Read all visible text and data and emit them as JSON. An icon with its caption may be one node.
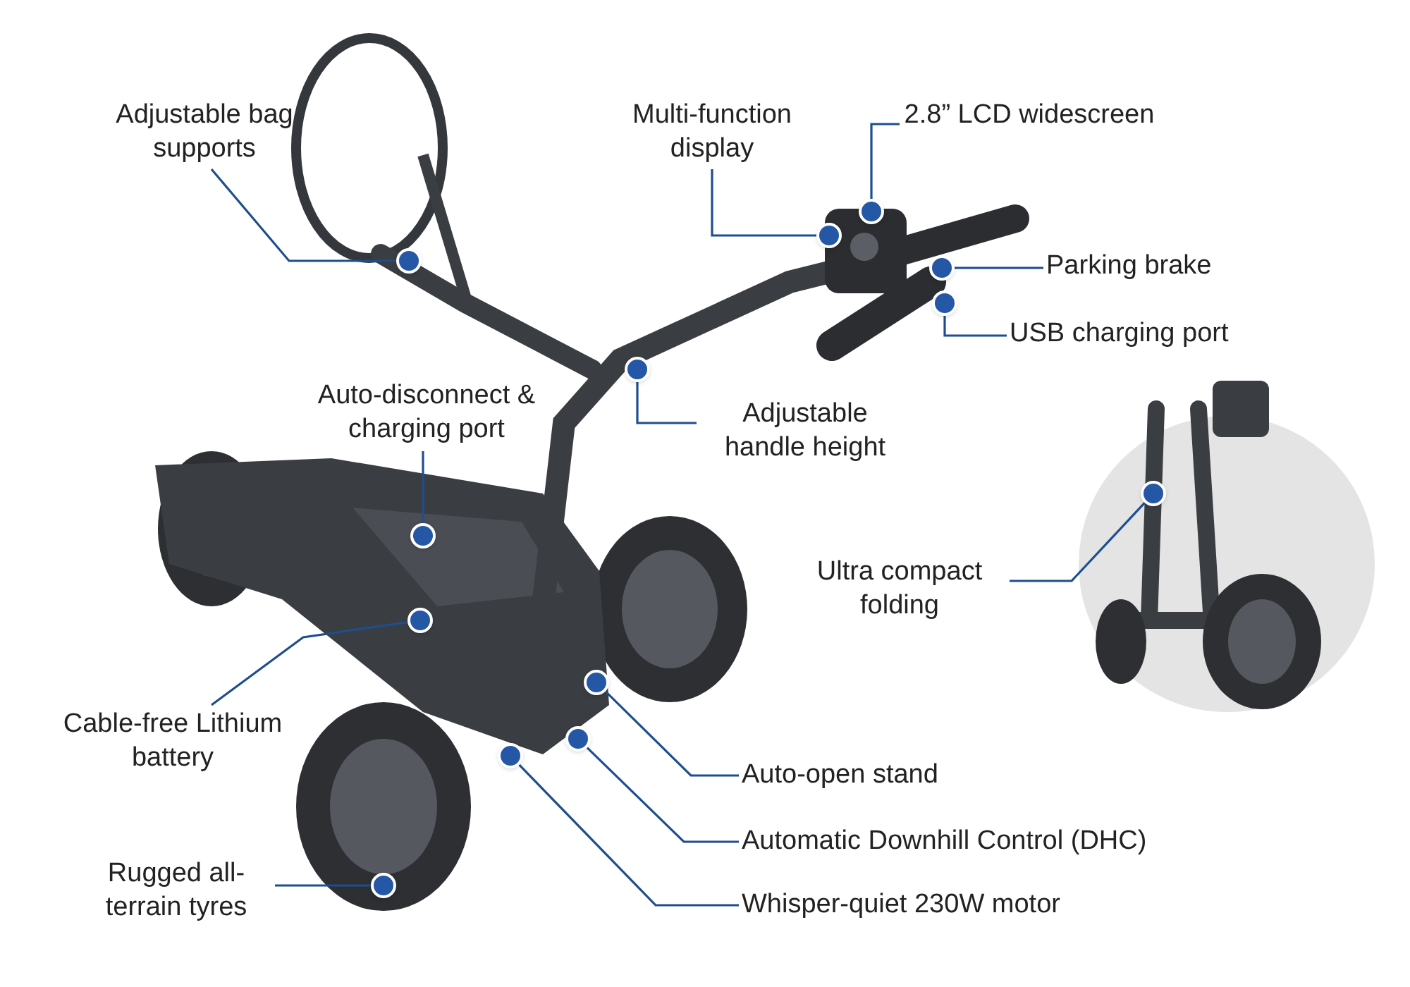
{
  "diagram": {
    "nodes": [
      {
        "text": [
          "Adjustable bag supports"
        ]
      },
      {
        "text": [],
        "shape": "circle"
      },
      {
        "text": [
          "Multi-function display"
        ]
      },
      {
        "text": [],
        "shape": "circle"
      },
      {
        "text": [
          "2.8” LCD widescreen"
        ]
      },
      {
        "text": [],
        "shape": "circle"
      },
      {
        "text": [
          "Parking brake"
        ]
      },
      {
        "text": [],
        "shape": "circle"
      },
      {
        "text": [
          "USB charging port"
        ]
      },
      {
        "text": [],
        "shape": "circle"
      },
      {
        "text": [
          "Auto-disconnect & charging port"
        ]
      },
      {
        "text": [],
        "shape": "circle"
      },
      {
        "text": [
          "Adjustable handle height"
        ]
      },
      {
        "text": [],
        "shape": "circle"
      },
      {
        "text": [
          "Ultra compact folding"
        ]
      },
      {
        "text": [],
        "shape": "circle"
      },
      {
        "text": [
          "Cable-free Lithium battery"
        ]
      },
      {
        "text": [],
        "shape": "circle"
      },
      {
        "text": [
          "Auto-open stand"
        ]
      },
      {
        "text": [],
        "shape": "circle"
      },
      {
        "text": [
          "Automatic Downhill Control (DHC)"
        ]
      },
      {
        "text": [],
        "shape": "circle"
      },
      {
        "text": [
          "Whisper-quiet 230W motor"
        ]
      },
      {
        "text": [],
        "shape": "circle"
      },
      {
        "text": [
          "Rugged all-terrain tyres"
        ]
      },
      {
        "text": [],
        "shape": "circle"
      }
    ],
    "edges": [
      {
        "from": 0,
        "to": 1,
        "arrow": "none"
      },
      {
        "from": 2,
        "to": 3,
        "arrow": "none"
      },
      {
        "from": 4,
        "to": 5,
        "arrow": "none"
      },
      {
        "from": 6,
        "to": 7,
        "arrow": "none"
      },
      {
        "from": 8,
        "to": 9,
        "arrow": "none"
      },
      {
        "from": 10,
        "to": 11,
        "arrow": "none"
      },
      {
        "from": 12,
        "to": 13,
        "arrow": "none"
      },
      {
        "from": 14,
        "to": 15,
        "arrow": "none"
      },
      {
        "from": 16,
        "to": 17,
        "arrow": "none"
      },
      {
        "from": 18,
        "to": 19,
        "arrow": "none"
      },
      {
        "from": 20,
        "to": 21,
        "arrow": "none"
      },
      {
        "from": 22,
        "to": 23,
        "arrow": "none"
      },
      {
        "from": 24,
        "to": 25,
        "arrow": "none"
      }
    ]
  }
}
